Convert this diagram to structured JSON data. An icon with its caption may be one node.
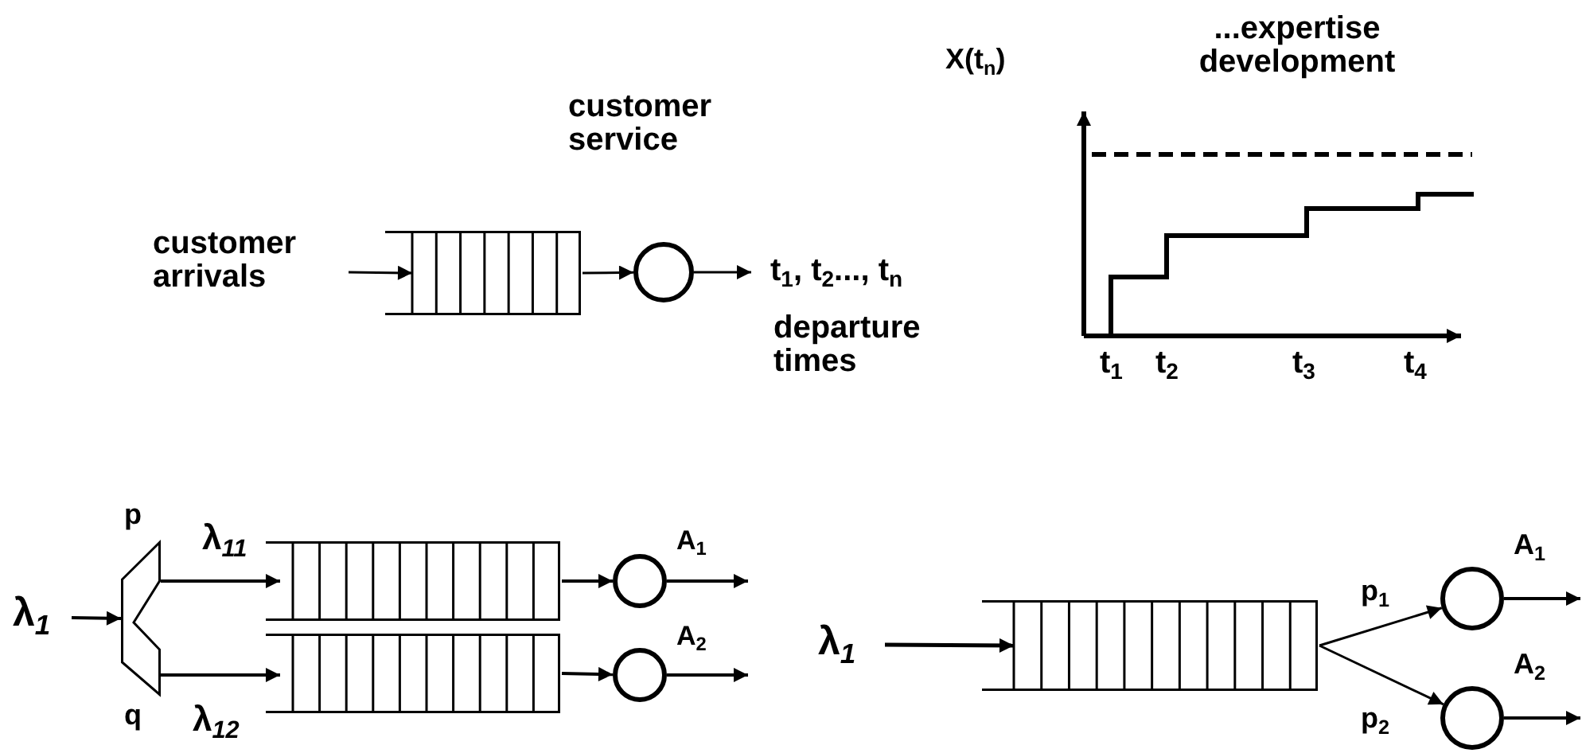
{
  "diagram": {
    "nodes": [
      {
        "text": [
          "customer arrivals"
        ]
      },
      {
        "text": [],
        "shape": "queue"
      },
      {
        "text": [],
        "shape": "circle",
        "beside": [
          "customer service"
        ]
      },
      {
        "text": [
          "t$_{1}$, t$_{2}$..., t$_{n}$",
          "departure times"
        ]
      },
      {
        "text": [
          "λ$_{1}$"
        ]
      },
      {
        "text": [],
        "shape": "trapezoid",
        "beside": [
          "p",
          "q"
        ]
      },
      {
        "text": [],
        "shape": "queue"
      },
      {
        "text": [],
        "shape": "queue"
      },
      {
        "text": [],
        "shape": "circle"
      },
      {
        "text": [],
        "shape": "circle"
      },
      {
        "text": [
          "λ$_{1}$"
        ]
      },
      {
        "text": [],
        "shape": "queue"
      },
      {
        "text": [],
        "shape": "circle"
      },
      {
        "text": [],
        "shape": "circle"
      }
    ],
    "edges": [
      {
        "from": 0,
        "to": 1,
        "arrow": "to"
      },
      {
        "from": 1,
        "to": 2,
        "arrow": "to"
      },
      {
        "from": 2,
        "to": 3,
        "arrow": "to"
      },
      {
        "from": 4,
        "to": 5,
        "arrow": "to"
      },
      {
        "from": 5,
        "to": 6,
        "arrow": "to",
        "label": "λ$_{11}$"
      },
      {
        "from": 5,
        "to": 7,
        "arrow": "to",
        "label": "λ$_{12}$"
      },
      {
        "from": 6,
        "to": 8,
        "arrow": "to"
      },
      {
        "from": 7,
        "to": 9,
        "arrow": "to"
      },
      {
        "from": 8,
        "to": null,
        "arrow": "to",
        "label": "A$_{1}$"
      },
      {
        "from": 9,
        "to": null,
        "arrow": "to",
        "label": "A$_{2}$"
      },
      {
        "from": 10,
        "to": 11,
        "arrow": "to"
      },
      {
        "from": 11,
        "to": 12,
        "arrow": "to",
        "label": "p$_{1}$"
      },
      {
        "from": 11,
        "to": 13,
        "arrow": "to",
        "label": "p$_{2}$"
      },
      {
        "from": 12,
        "to": null,
        "arrow": "to",
        "label": "A$_{1}$"
      },
      {
        "from": 13,
        "to": null,
        "arrow": "to",
        "label": "A$_{2}$"
      }
    ],
    "labels": [
      "...expertise development",
      "X(t$_{n}$)",
      "t$_{1}$",
      "t$_{2}$",
      "t$_{3}$",
      "t$_{4}$"
    ]
  }
}
